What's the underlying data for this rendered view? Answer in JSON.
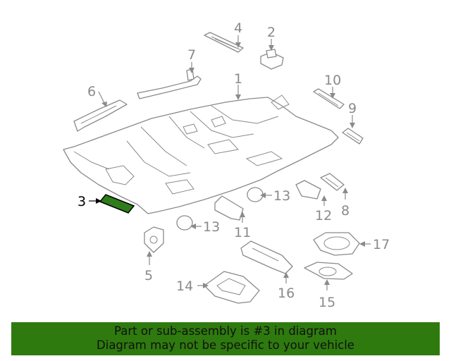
{
  "diagram": {
    "callouts": [
      "1",
      "2",
      "3",
      "4",
      "5",
      "6",
      "7",
      "8",
      "9",
      "10",
      "11",
      "12",
      "13",
      "13",
      "14",
      "15",
      "16",
      "17"
    ],
    "highlighted_part": "3",
    "colors": {
      "highlight": "#2e7d1a",
      "line": "#8a8a8a",
      "banner": "#2e7a0e"
    }
  },
  "banner": {
    "line1": "Part or sub-assembly is #3 in diagram",
    "line2": "Diagram may not be specific to your vehicle"
  }
}
